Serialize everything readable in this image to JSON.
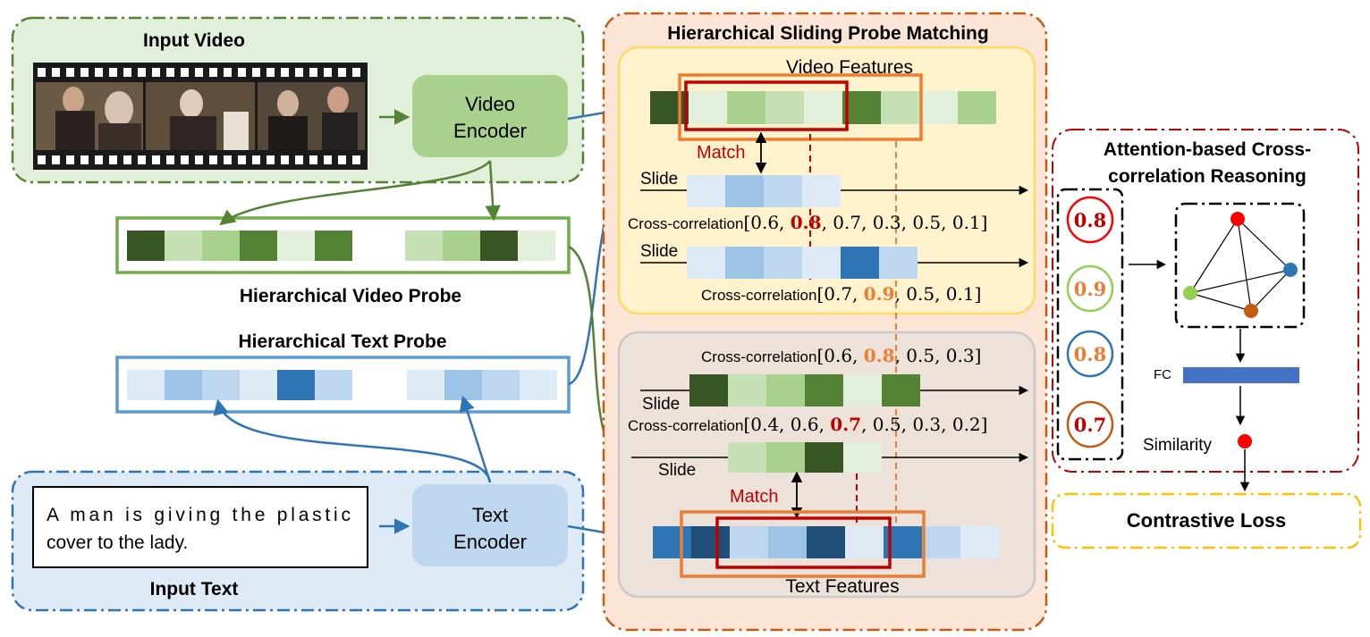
{
  "video_panel": {
    "title": "Input Video"
  },
  "video_encoder": {
    "line1": "Video",
    "line2": "Encoder"
  },
  "text_panel": {
    "title": "Input Text",
    "sentence_line1": "A man is giving the plastic",
    "sentence_line2": "cover to the lady."
  },
  "text_encoder": {
    "line1": "Text",
    "line2": "Encoder"
  },
  "video_probe": {
    "label": "Hierarchical Video Probe"
  },
  "text_probe": {
    "label": "Hierarchical Text Probe"
  },
  "matching": {
    "title": "Hierarchical Sliding Probe Matching",
    "video_features_label": "Video Features",
    "text_features_label": "Text Features",
    "match_label": "Match",
    "slide_label": "Slide",
    "cc_label": "Cross-correlation",
    "cc1": {
      "pre": "[0.6, ",
      "hi": "0.8",
      "post": ", 0.7, 0.3, 0.5, 0.1]"
    },
    "cc2": {
      "pre": "[0.7, ",
      "hi": "0.9",
      "post": ", 0.5, 0.1]"
    },
    "cc3": {
      "pre": "[0.6, ",
      "hi": "0.8",
      "post": ", 0.5, 0.3]"
    },
    "cc4": {
      "pre": "[0.4, 0.6, ",
      "hi": "0.7",
      "post": ", 0.5, 0.3, 0.2]"
    }
  },
  "reasoning": {
    "title_line1": "Attention-based Cross-",
    "title_line2": "correlation Reasoning",
    "scores": [
      "0.8",
      "0.9",
      "0.8",
      "0.7"
    ],
    "fc_label": "FC",
    "similarity_label": "Similarity"
  },
  "loss": {
    "label": "Contrastive Loss"
  },
  "colors": {
    "green_panel": "#e2efda",
    "green_border": "#548235",
    "blue_panel": "#deebf7",
    "blue_border": "#2e75b6",
    "orange_panel": "#fbe5d6",
    "orange_border": "#c55a11",
    "red": "#c00000",
    "orange": "#ed7d31",
    "yellow": "#ffc000"
  }
}
